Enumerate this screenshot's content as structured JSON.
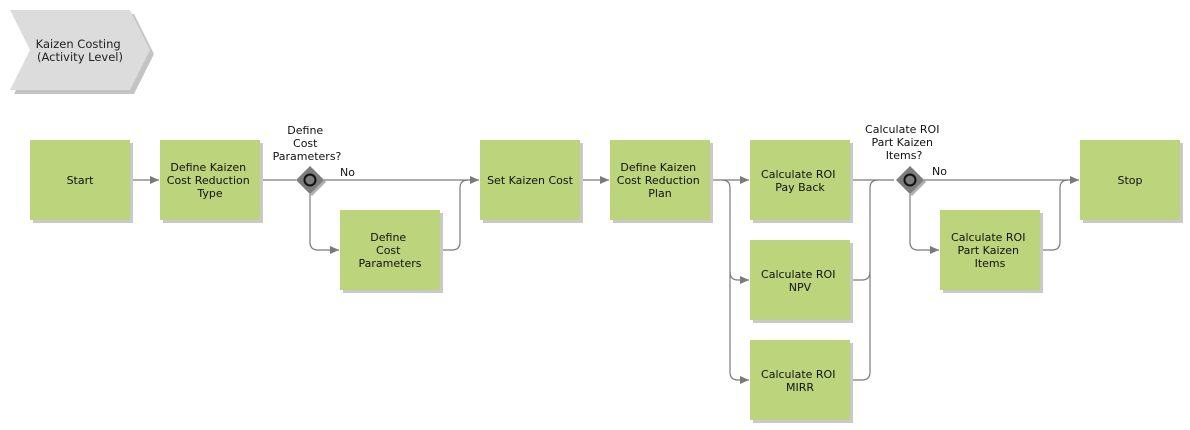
{
  "title": {
    "line1": "Kaizen Costing",
    "line2": "(Activity Level)"
  },
  "colors": {
    "box_fill": "#bcd47c",
    "box_shadow": "#c9c9c9",
    "gateway_fill": "#7d7d7d",
    "edge": "#7a7a7a",
    "title_fill": "#dcdcdc"
  },
  "nodes": {
    "start": {
      "lines": [
        "Start"
      ]
    },
    "define_type": {
      "lines": [
        "Define Kaizen",
        "Cost Reduction",
        "Type"
      ]
    },
    "define_params": {
      "lines": [
        "Define",
        "Cost",
        "Parameters"
      ]
    },
    "set_cost": {
      "lines": [
        "Set Kaizen Cost"
      ]
    },
    "define_plan": {
      "lines": [
        "Define Kaizen",
        "Cost Reduction",
        "Plan"
      ]
    },
    "roi_payback": {
      "lines": [
        "Calculate ROI",
        "Pay Back"
      ]
    },
    "roi_npv": {
      "lines": [
        "Calculate ROI",
        "NPV"
      ]
    },
    "roi_mirr": {
      "lines": [
        "Calculate ROI",
        "MIRR"
      ]
    },
    "roi_part": {
      "lines": [
        "Calculate ROI",
        "Part Kaizen",
        "Items"
      ]
    },
    "stop": {
      "lines": [
        "Stop"
      ]
    }
  },
  "gateways": {
    "g1": {
      "question": [
        "Define",
        "Cost",
        "Parameters?"
      ],
      "no_label": "No"
    },
    "g2": {
      "question": [
        "Calculate ROI",
        "Part Kaizen",
        "Items?"
      ],
      "no_label": "No"
    }
  }
}
